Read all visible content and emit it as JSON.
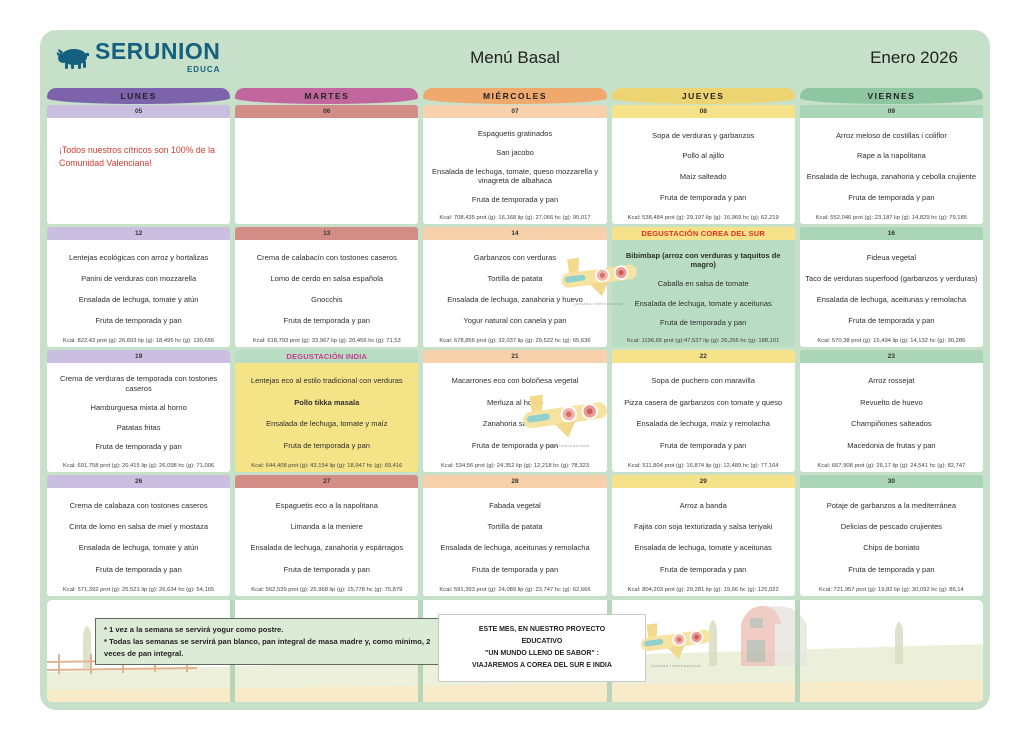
{
  "brand": {
    "name": "SERUNION",
    "sub": "EDUCA"
  },
  "title": "Menú Basal",
  "month": "Enero 2026",
  "colors": {
    "card_bg": "#c6e0ca",
    "corea_body": "#b9dcc4",
    "corea_bar": "#f5e289",
    "corea_text": "#e23324",
    "india_body": "#f5e388",
    "india_bar": "#b9dcc4",
    "india_text": "#c73a90",
    "note_red": "#d63c32",
    "logo_blue": "#15607f"
  },
  "columns": [
    {
      "label": "LUNES",
      "header": "#7c63ab",
      "bar": "#cbbfe1"
    },
    {
      "label": "MARTES",
      "header": "#c2679d",
      "bar": "#d28d87"
    },
    {
      "label": "MIÉRCOLES",
      "header": "#f0a96d",
      "bar": "#f6d1ac"
    },
    {
      "label": "JUEVES",
      "header": "#edd472",
      "bar": "#f5e289"
    },
    {
      "label": "VIERNES",
      "header": "#8dc6a0",
      "bar": "#aad5b6"
    }
  ],
  "weeks": [
    [
      {
        "day": "05",
        "note": "¡Todos nuestros cítricos son 100% de la Comunidad Valenciana!"
      },
      {
        "day": "06"
      },
      {
        "day": "07",
        "items": [
          "Espaguetis gratinados",
          "San jacobo",
          "Ensalada de lechuga, tomate, queso mozzarella y vinagreta de albahaca",
          "Fruta de temporada y pan"
        ],
        "kcal": "Kcal: 708,435 prot (g): 16,168 lip (g): 27,066 hc (g): 95,017"
      },
      {
        "day": "08",
        "items": [
          "Sopa de verduras y garbanzos",
          "Pollo al ajillo",
          "Maíz salteado",
          "Fruta de temporada y pan"
        ],
        "kcal": "Kcal: 538,484 prot (g): 29,197 lip (g): 16,969 hc (g): 62,219"
      },
      {
        "day": "09",
        "items": [
          "Arroz meloso de costillas i coliflor",
          "Rape a la napolitana",
          "Ensalada de lechuga, zanahoria y cebolla crujiente",
          "Fruta de temporada y pan"
        ],
        "kcal": "Kcal: 552,046 prot (g): 23,187 lip (g): 14,829 hc (g): 79,185"
      }
    ],
    [
      {
        "day": "12",
        "items": [
          "Lentejas ecológicas con arroz y hortalizas",
          "Panini de verduras con mozzarella",
          "Ensalada de lechuga, tomate y atún",
          "Fruta de temporada y pan"
        ],
        "kcal": "Kcal: 822,43 prot (g): 26,693 lip (g): 18,495 hc (g): 130,656"
      },
      {
        "day": "13",
        "items": [
          "Crema de calabacín con tostones caseros",
          "Lomo de cerdo en salsa española",
          "Gnocchis",
          "Fruta de temporada y pan"
        ],
        "kcal": "Kcal: 618,793 prot (g): 33,967 lip (g): 20,456 hc (g): 71,53"
      },
      {
        "day": "14",
        "items": [
          "Garbanzos con verduras",
          "Tortilla de patata",
          "Ensalada de lechuga, zanahoria y huevo",
          "Yogur natural con canela y pan"
        ],
        "kcal": "Kcal: 678,856 prot (g): 32,037 lip (g): 29,522 hc (g): 65,636"
      },
      {
        "special": "DEGUSTACIÓN COREA DEL SUR",
        "special_color": "#e23324",
        "bar": "#f5e289",
        "body": "#b9dcc4",
        "bold": [
          0
        ],
        "items": [
          "Bibimbap (arroz con verduras y taquitos de magro)",
          "Caballa en salsa de tomate",
          "Ensalada de lechuga, tomate y aceitunas",
          "Fruta de temporada y pan"
        ],
        "kcal": "Kcal: 1196,65 prot (g):47,537 lip (g): 26,266 hc (g): 188,101"
      },
      {
        "day": "16",
        "items": [
          "Fideua vegetal",
          "Taco de verduras superfood (garbanzos y verduras)",
          "Ensalada de lechuga, aceitunas y remolacha",
          "Fruta de temporada y pan"
        ],
        "kcal": "Kcal: 570,38 prot (g): 15,494 lip (g): 14,132 hc (g): 90,286"
      }
    ],
    [
      {
        "day": "19",
        "items": [
          "Crema de verduras de temporada con tostones caseros",
          "Hamburguesa mixta al horno",
          "Patatas fritas",
          "Fruta de temporada y pan"
        ],
        "kcal": "Kcal: 691,758 prot (g): 20,415 lip (g): 26,098 hc (g): 71,006"
      },
      {
        "special": "DEGUSTACIÓN INDIA",
        "special_color": "#c73a90",
        "bar": "#b9dcc4",
        "body": "#f5e388",
        "bold": [
          1
        ],
        "items": [
          "Lentejas eco al estilo tradicional con verduras",
          "Pollo tikka masala",
          "Ensalada de lechuga, tomate y maíz",
          "Fruta de temporada y pan"
        ],
        "kcal": "Kcal: 644,408 prot (g): 43,154 lip (g): 18,947 hc (g): 69,416"
      },
      {
        "day": "21",
        "items": [
          "Macarrones eco con boloñesa vegetal",
          "Merluza al horno",
          "Zanahoria salteada",
          "Fruta de temporada y pan"
        ],
        "kcal": "Kcal: 534,56 prot (g): 24,352 lip (g): 12,218 hc (g): 78,323"
      },
      {
        "day": "22",
        "items": [
          "Sopa de puchero con maravilla",
          "Pizza casera de garbanzos con tomate y queso",
          "Ensalada de lechuga, maíz y remolacha",
          "Fruta de temporada y pan"
        ],
        "kcal": "Kcal: 511,804 prot (g): 16,874 lip (g): 12,489 hc (g): 77,164"
      },
      {
        "day": "23",
        "items": [
          "Arroz rossejat",
          "Revuelto de huevo",
          "Champiñones salteados",
          "Macedonia de frutas y pan"
        ],
        "kcal": "Kcal: 667,908 prot (g): 26,17 lip (g): 24,541 hc (g): 82,747"
      }
    ],
    [
      {
        "day": "26",
        "items": [
          "Crema de calabaza con tostones caseros",
          "Cinta de lomo en salsa de miel y mostaza",
          "Ensalada de lechuga, tomate y atún",
          "Fruta de temporada y pan"
        ],
        "kcal": "Kcal: 571,392 prot (g): 25,521 lip (g): 26,634 hc (g): 54,165"
      },
      {
        "day": "27",
        "items": [
          "Espaguetis eco a la napolitana",
          "Limanda a la meniere",
          "Ensalada de lechuga, zanahoria y espárragos",
          "Fruta de temporada y pan"
        ],
        "kcal": "Kcal: 562,539 prot (g): 25,968 lip (g): 15,778 hc (g): 75,879"
      },
      {
        "day": "28",
        "items": [
          "Fabada vegetal",
          "Tortilla de patata",
          "Ensalada de lechuga, aceitunas y remolacha",
          "Fruta de temporada y pan"
        ],
        "kcal": "Kcal: 591,393 prot (g): 24,089 lip (g): 23,747 hc (g): 62,666"
      },
      {
        "day": "29",
        "items": [
          "Arroz a banda",
          "Fajita con soja texturizada y salsa teriyaki",
          "Ensalada de lechuga, tomate y aceitunas",
          "Fruta de temporada y pan"
        ],
        "kcal": "Kcal: 804,203 prot (g): 29,281 lip (g): 19,66 hc (g): 125,022"
      },
      {
        "day": "30",
        "items": [
          "Potaje de garbanzos a la mediterránea",
          "Delicias de pescado crujientes",
          "Chips de boniato",
          "Fruta de temporada y pan"
        ],
        "kcal": "Kcal: 721,957 prot (g): 19,82 lip (g): 30,092 hc (g): 86,14"
      }
    ]
  ],
  "footer": {
    "notes": [
      "* 1 vez a la semana se servirá yogur como postre.",
      "* Todas las semanas se servirá pan blanco, pan integral de masa madre y, como mínimo, 2 veces de pan integral."
    ],
    "project_lines": [
      "ESTE MES, EN NUESTRO PROYECTO",
      "EDUCATIVO",
      "\"UN MUNDO LLENO DE SABOR\" :",
      "VIAJAREMOS A COREA DEL SUR E INDIA"
    ],
    "plane_caption": "jornada internacional"
  }
}
